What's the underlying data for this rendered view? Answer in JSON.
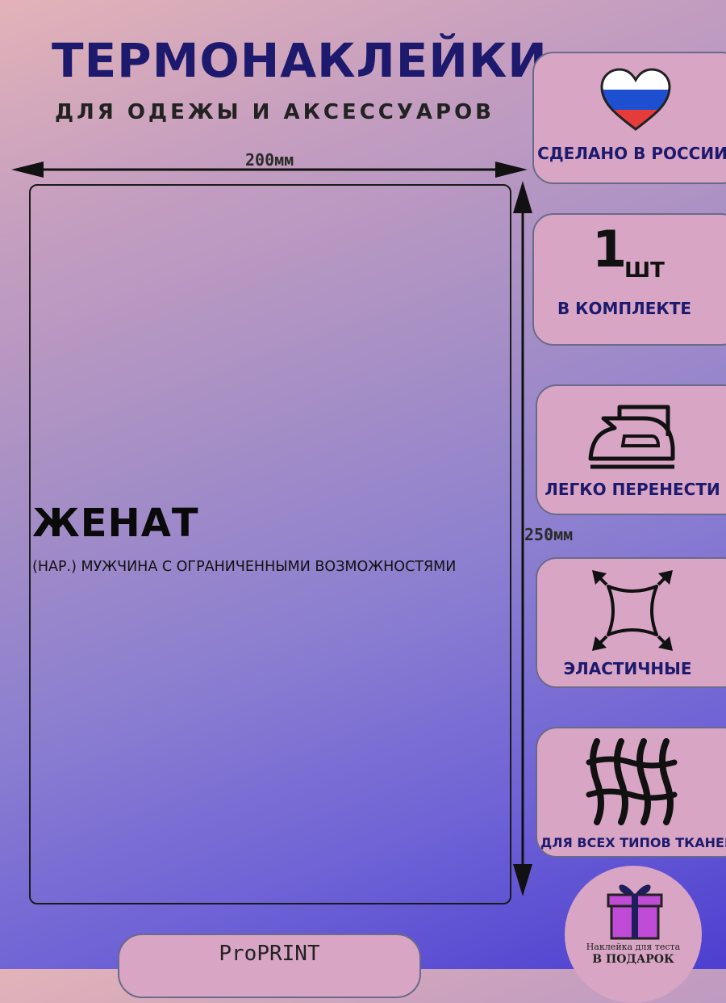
{
  "header": {
    "title": "ТЕРМОНАКЛЕЙКИ",
    "subtitle": "ДЛЯ ОДЕЖЫ И АКСЕССУАРОВ"
  },
  "dimensions": {
    "width_label": "200мм",
    "height_label": "250мм"
  },
  "sticker": {
    "word": "ЖЕНАТ",
    "definition": "(НАР.) МУЖЧИНА С ОГРАНИЧЕННЫМИ ВОЗМОЖНОСТЯМИ"
  },
  "features": {
    "made_in": {
      "caption": "СДЕЛАНО В РОССИИ",
      "icon": "russia-flag-heart-icon"
    },
    "quantity": {
      "number": "1",
      "unit": "ШТ",
      "caption": "В КОМПЛЕКТЕ"
    },
    "transfer": {
      "caption": "ЛЕГКО ПЕРЕНЕСТИ",
      "icon": "iron-icon"
    },
    "elastic": {
      "caption": "ЭЛАСТИЧНЫЕ",
      "icon": "stretch-icon"
    },
    "fabrics": {
      "caption": "ДЛЯ ВСЕХ ТИПОВ ТКАНЕЙ",
      "icon": "fabric-weave-icon"
    }
  },
  "gift": {
    "line1": "Наклейка для теста",
    "line2": "В ПОДАРОК",
    "icon": "gift-box-icon"
  },
  "brand": {
    "name": "ProPRINT"
  },
  "colors": {
    "title": "#1d1a6e",
    "card_bg": "#d8a5c4",
    "gift_purple": "#c04bd6",
    "flag_blue": "#1e4fd0",
    "flag_red": "#e63b3b"
  }
}
